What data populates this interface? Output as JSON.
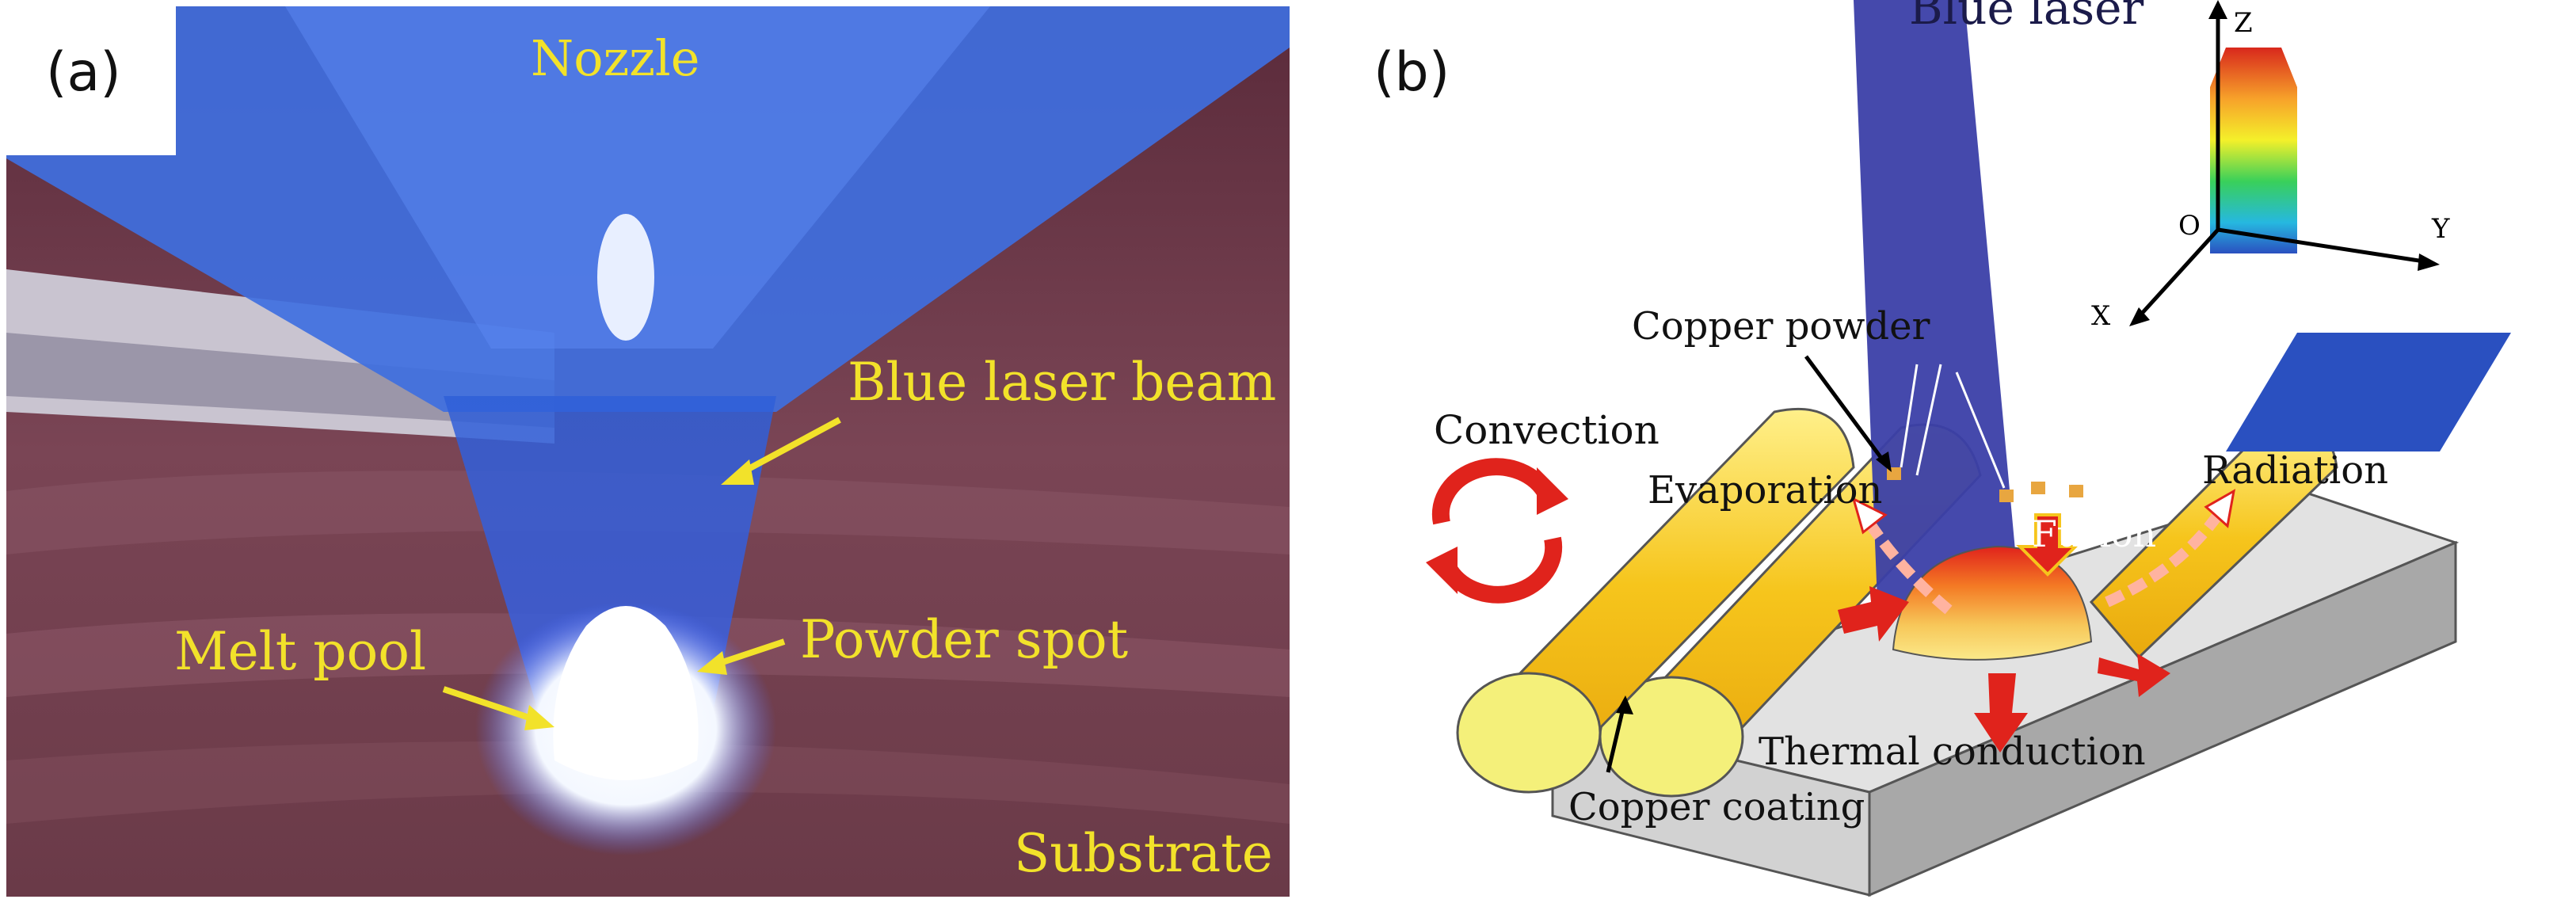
{
  "panel_a": {
    "label": "(a)",
    "labels": {
      "nozzle": "Nozzle",
      "blue_laser_beam": "Blue laser beam",
      "melt_pool": "Melt pool",
      "powder_spot": "Powder spot",
      "substrate": "Substrate"
    }
  },
  "panel_b": {
    "label": "(b)",
    "labels": {
      "blue_laser": "Blue laser",
      "copper_powder": "Copper powder",
      "convection": "Convection",
      "evaporation": "Evaporation",
      "radiation": "Radiation",
      "fusion": "Fusion",
      "thermal_conduction": "Thermal conduction",
      "copper_coating": "Copper coating"
    },
    "axes": {
      "z": "Z",
      "y": "Y",
      "x": "X",
      "o": "O"
    },
    "colors": {
      "laser": "#3b3fa8",
      "copper_yellow": "#f4c51a",
      "arrow_red": "#e0231c",
      "substrate_grey": "#d4d4d4"
    }
  }
}
